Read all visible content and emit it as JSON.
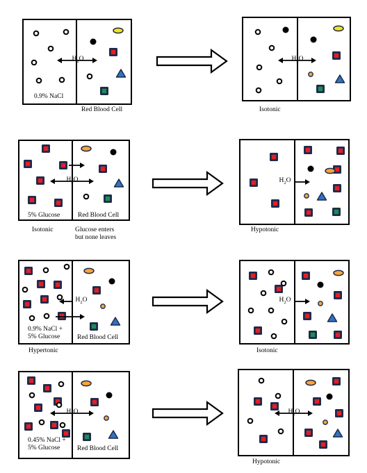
{
  "colors": {
    "outline": "#000000",
    "square_border": "#1f2a4a",
    "red": "#e41e26",
    "green": "#1a8f4f",
    "blue": "#2f74c0",
    "yellow": "#f4e51a",
    "orange": "#f7a53a"
  },
  "icons": {
    "water_molecule": "water-label",
    "transition": "right-arrow-icon",
    "flow": "double-arrow-icon",
    "solute": "hollow-circle-particle",
    "cell_contents": [
      "red-square",
      "green-square",
      "blue-triangle",
      "yellow-oval",
      "orange-oval",
      "black-dot"
    ]
  },
  "water": {
    "main": "H",
    "sub": "2",
    "tail": "O"
  },
  "rows": [
    {
      "id": "nacl",
      "before": {
        "solution": "0.9% NaCl",
        "cell": "Red Blood Cell",
        "tonicity": "",
        "note": ""
      },
      "after": {
        "tonicity": "Isotonic"
      }
    },
    {
      "id": "glucose",
      "before": {
        "solution": "5% Glucose",
        "cell": "Red Blood Cell",
        "tonicity": "Isotonic",
        "note": "Glucose enters\nbut none leaves"
      },
      "after": {
        "tonicity": "Hypotonic"
      }
    },
    {
      "id": "nacl-glucose",
      "before": {
        "solution": "0.9% NaCl +\n5% Glucose",
        "cell": "Red Blood Cell",
        "tonicity": "Hypertonic",
        "note": ""
      },
      "after": {
        "tonicity": "Isotonic"
      }
    },
    {
      "id": "half-nacl-glucose",
      "before": {
        "solution": "0.45% NaCl +\n5% Glucose",
        "cell": "Red Blood Cell",
        "tonicity": "",
        "note": ""
      },
      "after": {
        "tonicity": "Hypotonic"
      }
    }
  ]
}
